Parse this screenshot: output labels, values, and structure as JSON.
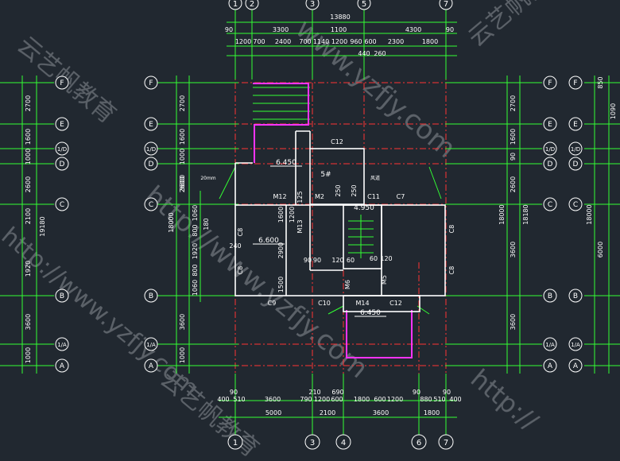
{
  "colors": {
    "background": "#212830",
    "dimension": "#33ff33",
    "wall": "#ffffff",
    "axis": "#ff3333",
    "balcony": "#ff33ff",
    "dim_text": "#ffffff",
    "label": "#ffffff",
    "watermark": "#c8ccd2"
  },
  "axis_top": [
    "1",
    "2",
    "3",
    "5",
    "7"
  ],
  "axis_bottom": [
    "1",
    "3",
    "4",
    "6",
    "7"
  ],
  "axis_left": [
    "F",
    "E",
    "1/D",
    "D",
    "C",
    "B",
    "1/A",
    "A"
  ],
  "axis_right": [
    "F",
    "E",
    "1/D",
    "D",
    "C",
    "B",
    "1/A",
    "A"
  ],
  "dims_top": {
    "total": "13880",
    "row2": [
      "90",
      "3300",
      "1100",
      "4300",
      "90"
    ],
    "row3": [
      "1200",
      "700",
      "2400",
      "700",
      "1140",
      "1200",
      "960",
      "600",
      "2300",
      "1800"
    ],
    "row4": [
      "440",
      "260"
    ]
  },
  "dims_bottom": {
    "row1": [
      "90",
      "400",
      "510",
      "3600",
      "790",
      "1200",
      "600",
      "1800",
      "600",
      "1200",
      "880",
      "510",
      "400"
    ],
    "row1b": [
      "210",
      "690",
      "90",
      "90"
    ],
    "row2": [
      "5000",
      "2100",
      "3600",
      "1800"
    ]
  },
  "dims_left": {
    "outer": [
      "2700",
      "1600",
      "1000",
      "2600",
      "3600",
      "3600",
      "1000"
    ],
    "total": "18000",
    "inner": [
      "1060",
      "800",
      "1920",
      "800",
      "1060"
    ]
  },
  "dims_right": {
    "outer": [
      "2700",
      "1600",
      "90",
      "2600",
      "3600",
      "3600"
    ],
    "total": "18180",
    "total2": "18000"
  },
  "dims_far_left": {
    "col": [
      "2700",
      "1600",
      "1000",
      "2600",
      "2100",
      "1920",
      "3600",
      "1000"
    ],
    "total": "19180"
  },
  "dims_far_right": {
    "col": [
      "850",
      "1090",
      "6000"
    ],
    "total": "18000"
  },
  "inner_dims": [
    "1600",
    "1200",
    "2900",
    "1500",
    "240",
    "90",
    "90",
    "120",
    "60",
    "120",
    "60",
    "125",
    "250",
    "250",
    "180"
  ],
  "labels": {
    "elev_main": "6.450",
    "elev_stair": "4.950",
    "elev_living": "6.600",
    "elev_balcony": "6.450",
    "room_bath": "5#",
    "small1": "20mm",
    "small2": "风道"
  },
  "doors": [
    "M12",
    "M2",
    "M13",
    "M6",
    "M5",
    "M14",
    "C11",
    "C7",
    "C12",
    "C10",
    "C9",
    "C8",
    "C8",
    "C8",
    "C8",
    "C12"
  ],
  "watermarks": [
    "http://www.yzfjy.com",
    "云艺帆教育",
    "www.yzfjy.com",
    "云艺帆教育",
    "http://"
  ]
}
